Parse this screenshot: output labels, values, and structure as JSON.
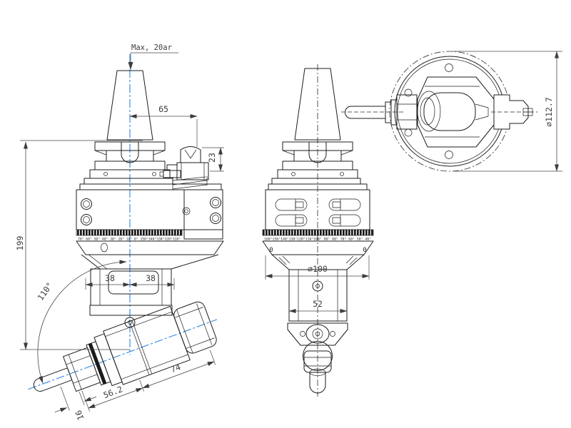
{
  "colors": {
    "centerline": "#2f86dd",
    "line": "#1d1d1f",
    "dim": "#464646"
  },
  "front_view": {
    "max_pressure": "Max, 20ar",
    "dim_65": "65",
    "dim_23": "23",
    "dim_199": "199",
    "angle_110": "110°",
    "dim_38_left": "38",
    "dim_38_right": "38",
    "dim_16": "16",
    "dim_56_2": "56.2",
    "dim_74": "74",
    "scale_labels": "70° 60° 50° 40° 30° 20° 10° 0° 350°340°330°320°310°"
  },
  "side_view": {
    "dia_100": "⌀100",
    "dim_52": "52",
    "scale_labels": "160°150°140°130°120°110°100° 90° 80° 70° 60° 50° 40°",
    "zero_left": "0",
    "zero_right": "0"
  },
  "end_view": {
    "dia_112_7": "⌀112.7"
  }
}
